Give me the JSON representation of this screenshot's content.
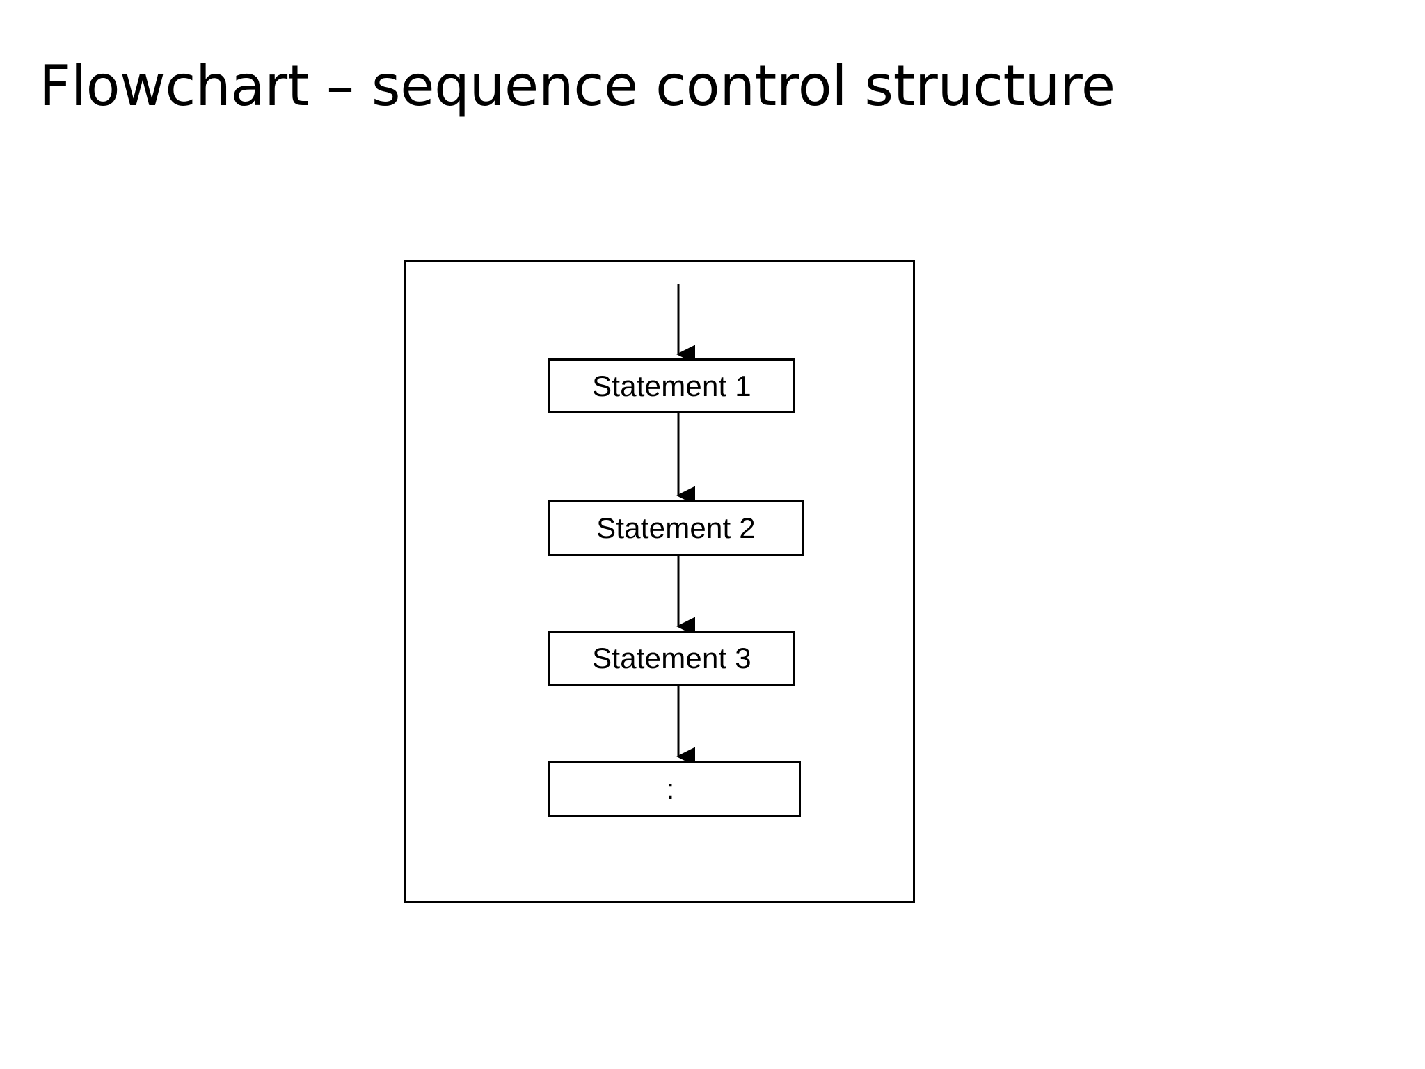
{
  "slide": {
    "title": "Flowchart – sequence control structure",
    "background_color": "#ffffff",
    "text_color": "#000000"
  },
  "diagram": {
    "name": "sequence-control-structure-flowchart",
    "frame": {
      "label": "flowchart-container",
      "border_color": "#000000"
    },
    "entry_arrow": {
      "label": "entry-flow-arrow",
      "direction": "down"
    },
    "nodes": [
      {
        "id": "statement-1",
        "label": "Statement 1",
        "shape": "process"
      },
      {
        "id": "statement-2",
        "label": "Statement 2",
        "shape": "process"
      },
      {
        "id": "statement-3",
        "label": "Statement 3",
        "shape": "process"
      },
      {
        "id": "continuation",
        "label": ":",
        "shape": "process"
      }
    ],
    "connectors": [
      {
        "id": "entry-to-statement-1",
        "from": "entry",
        "to": "statement-1",
        "direction": "down"
      },
      {
        "id": "statement-1-to-statement-2",
        "from": "statement-1",
        "to": "statement-2",
        "direction": "down"
      },
      {
        "id": "statement-2-to-statement-3",
        "from": "statement-2",
        "to": "statement-3",
        "direction": "down"
      },
      {
        "id": "statement-3-to-continuation",
        "from": "statement-3",
        "to": "continuation",
        "direction": "down"
      }
    ]
  }
}
